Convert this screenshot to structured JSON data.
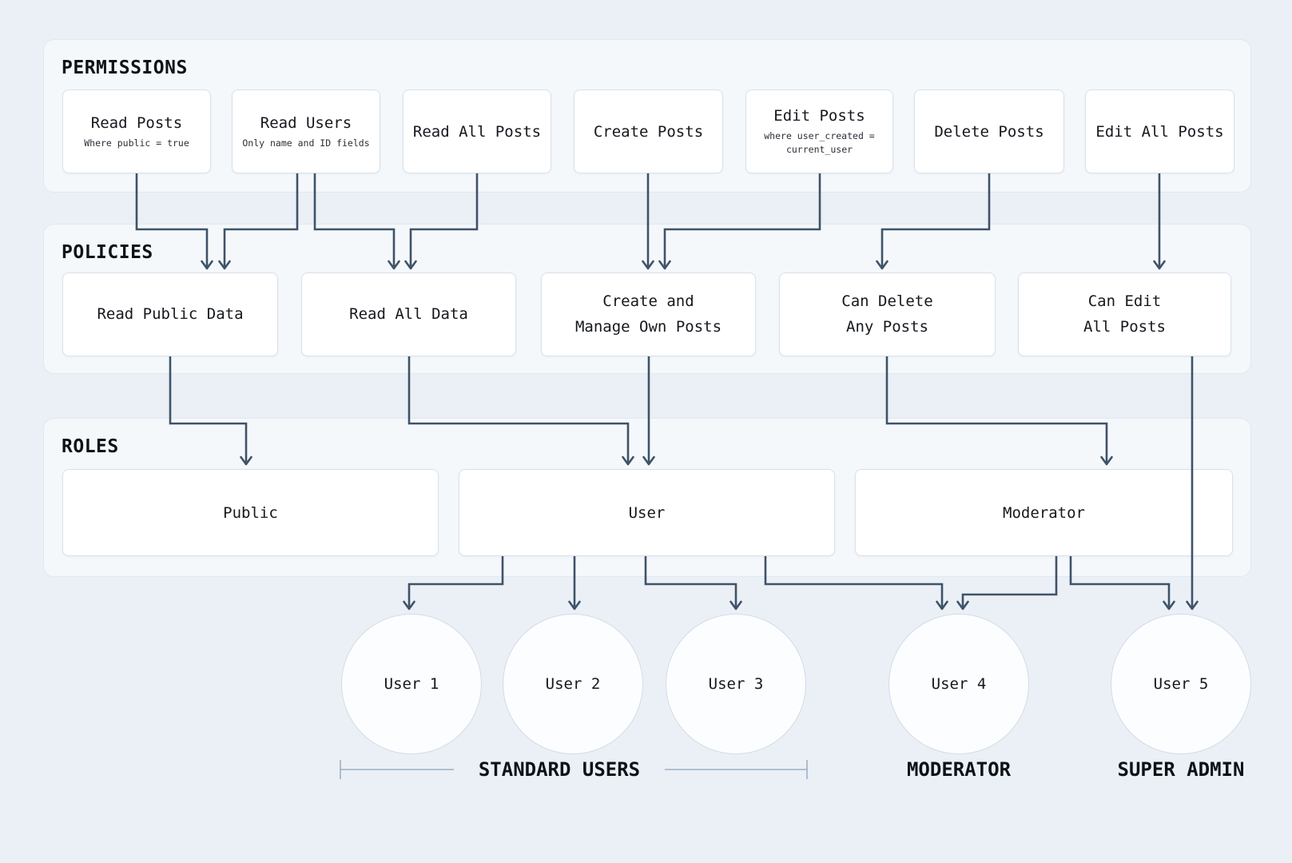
{
  "sections": {
    "permissions": {
      "title": "PERMISSIONS"
    },
    "policies": {
      "title": "POLICIES"
    },
    "roles": {
      "title": "ROLES"
    }
  },
  "permissions": [
    {
      "title": "Read Posts",
      "subtitle": "Where public = true"
    },
    {
      "title": "Read Users",
      "subtitle": "Only name and ID fields"
    },
    {
      "title": "Read All Posts",
      "subtitle": ""
    },
    {
      "title": "Create Posts",
      "subtitle": ""
    },
    {
      "title": "Edit Posts",
      "subtitle": "where user_created = current_user"
    },
    {
      "title": "Delete Posts",
      "subtitle": ""
    },
    {
      "title": "Edit All Posts",
      "subtitle": ""
    }
  ],
  "policies": [
    {
      "lines": [
        "Read Public Data"
      ]
    },
    {
      "lines": [
        "Read All Data"
      ]
    },
    {
      "lines": [
        "Create and",
        "Manage Own Posts"
      ]
    },
    {
      "lines": [
        "Can Delete",
        "Any Posts"
      ]
    },
    {
      "lines": [
        "Can Edit",
        "All Posts"
      ]
    }
  ],
  "roles": [
    {
      "title": "Public"
    },
    {
      "title": "User"
    },
    {
      "title": "Moderator"
    }
  ],
  "users": [
    {
      "title": "User 1"
    },
    {
      "title": "User 2"
    },
    {
      "title": "User 3"
    },
    {
      "title": "User 4"
    },
    {
      "title": "User 5"
    }
  ],
  "group_labels": {
    "standard": "STANDARD USERS",
    "moderator": "MODERATOR",
    "super_admin": "SUPER ADMIN"
  },
  "edges": [
    {
      "from": "Read Posts",
      "to": "Read Public Data"
    },
    {
      "from": "Read Users",
      "to": "Read Public Data"
    },
    {
      "from": "Read Users",
      "to": "Read All Data"
    },
    {
      "from": "Read All Posts",
      "to": "Read All Data"
    },
    {
      "from": "Create Posts",
      "to": "Create and Manage Own Posts"
    },
    {
      "from": "Edit Posts",
      "to": "Create and Manage Own Posts"
    },
    {
      "from": "Delete Posts",
      "to": "Can Delete Any Posts"
    },
    {
      "from": "Edit All Posts",
      "to": "Can Edit All Posts"
    },
    {
      "from": "Read Public Data",
      "to": "Public"
    },
    {
      "from": "Read All Data",
      "to": "User"
    },
    {
      "from": "Create and Manage Own Posts",
      "to": "User"
    },
    {
      "from": "Can Delete Any Posts",
      "to": "Moderator"
    },
    {
      "from": "Can Edit All Posts",
      "to": "User 5"
    },
    {
      "from": "User",
      "to": "User 1"
    },
    {
      "from": "User",
      "to": "User 2"
    },
    {
      "from": "User",
      "to": "User 3"
    },
    {
      "from": "User",
      "to": "User 4"
    },
    {
      "from": "Moderator",
      "to": "User 4"
    },
    {
      "from": "Moderator",
      "to": "User 5"
    }
  ],
  "colors": {
    "background": "#ebf0f6",
    "section_fill": "#f5f8fb",
    "section_border": "#e1e8f0",
    "node_border": "#d9e1eb",
    "connector": "#3e5368",
    "bracket": "#9db0c8"
  }
}
